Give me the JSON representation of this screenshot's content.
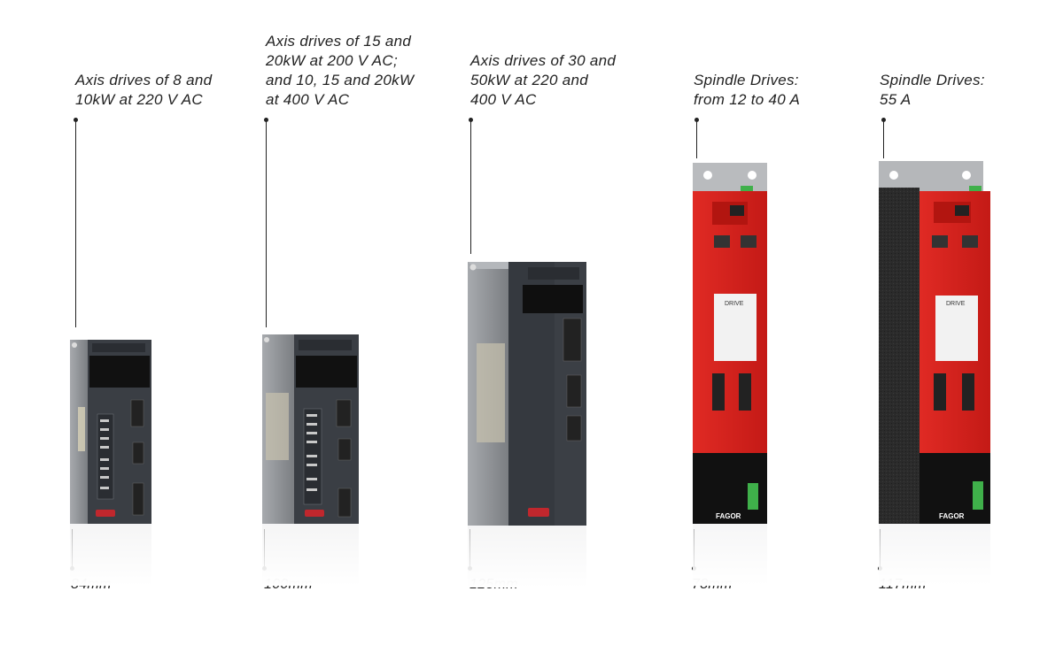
{
  "products": [
    {
      "caption": "Axis drives of 8 and\n10kW at 220 V AC",
      "width_label": "84mm",
      "type": "servo"
    },
    {
      "caption": "Axis drives of 15 and\n20kW at 200 V AC;\nand 10, 15 and 20kW\nat 400 V AC",
      "width_label": "100mm",
      "type": "servo"
    },
    {
      "caption": "Axis drives of 30 and\n50kW at 220 and\n400 V AC",
      "width_label": "125mm",
      "type": "servo"
    },
    {
      "caption": "Spindle Drives:\nfrom 12 to 40 A",
      "width_label": "78mm",
      "type": "spindle"
    },
    {
      "caption": "Spindle Drives:\n55 A",
      "width_label": "117mm",
      "type": "spindle"
    }
  ],
  "brand": "FAGOR",
  "panel_label": "DRIVE",
  "colors": {
    "servo_body": "#3b3f45",
    "servo_side": "#8d9094",
    "spindle_red": "#d8201c",
    "heatsink": "#2a2a2a"
  }
}
